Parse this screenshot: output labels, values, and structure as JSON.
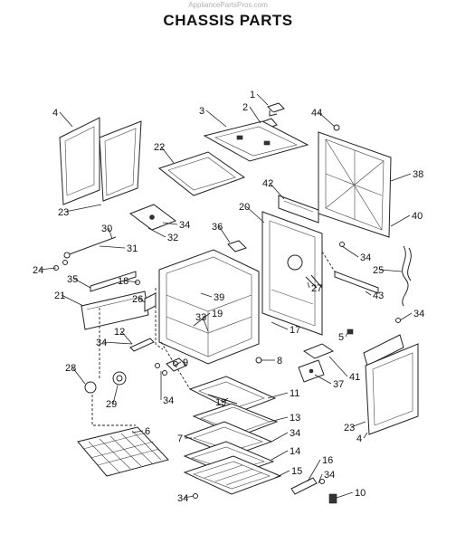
{
  "watermark": "AppliancePartsPros.com",
  "title": "CHASSIS PARTS",
  "callouts": [
    "1",
    "2",
    "3",
    "44",
    "4",
    "22",
    "38",
    "23",
    "42",
    "20",
    "40",
    "30",
    "34",
    "36",
    "32",
    "31",
    "24",
    "34",
    "25",
    "35",
    "18",
    "26",
    "39",
    "27",
    "21",
    "19",
    "43",
    "33",
    "17",
    "34",
    "12",
    "34",
    "5",
    "28",
    "9",
    "8",
    "41",
    "37",
    "29",
    "34",
    "19",
    "11",
    "6",
    "13",
    "23",
    "7",
    "34",
    "4",
    "14",
    "15",
    "16",
    "34",
    "34",
    "10"
  ]
}
